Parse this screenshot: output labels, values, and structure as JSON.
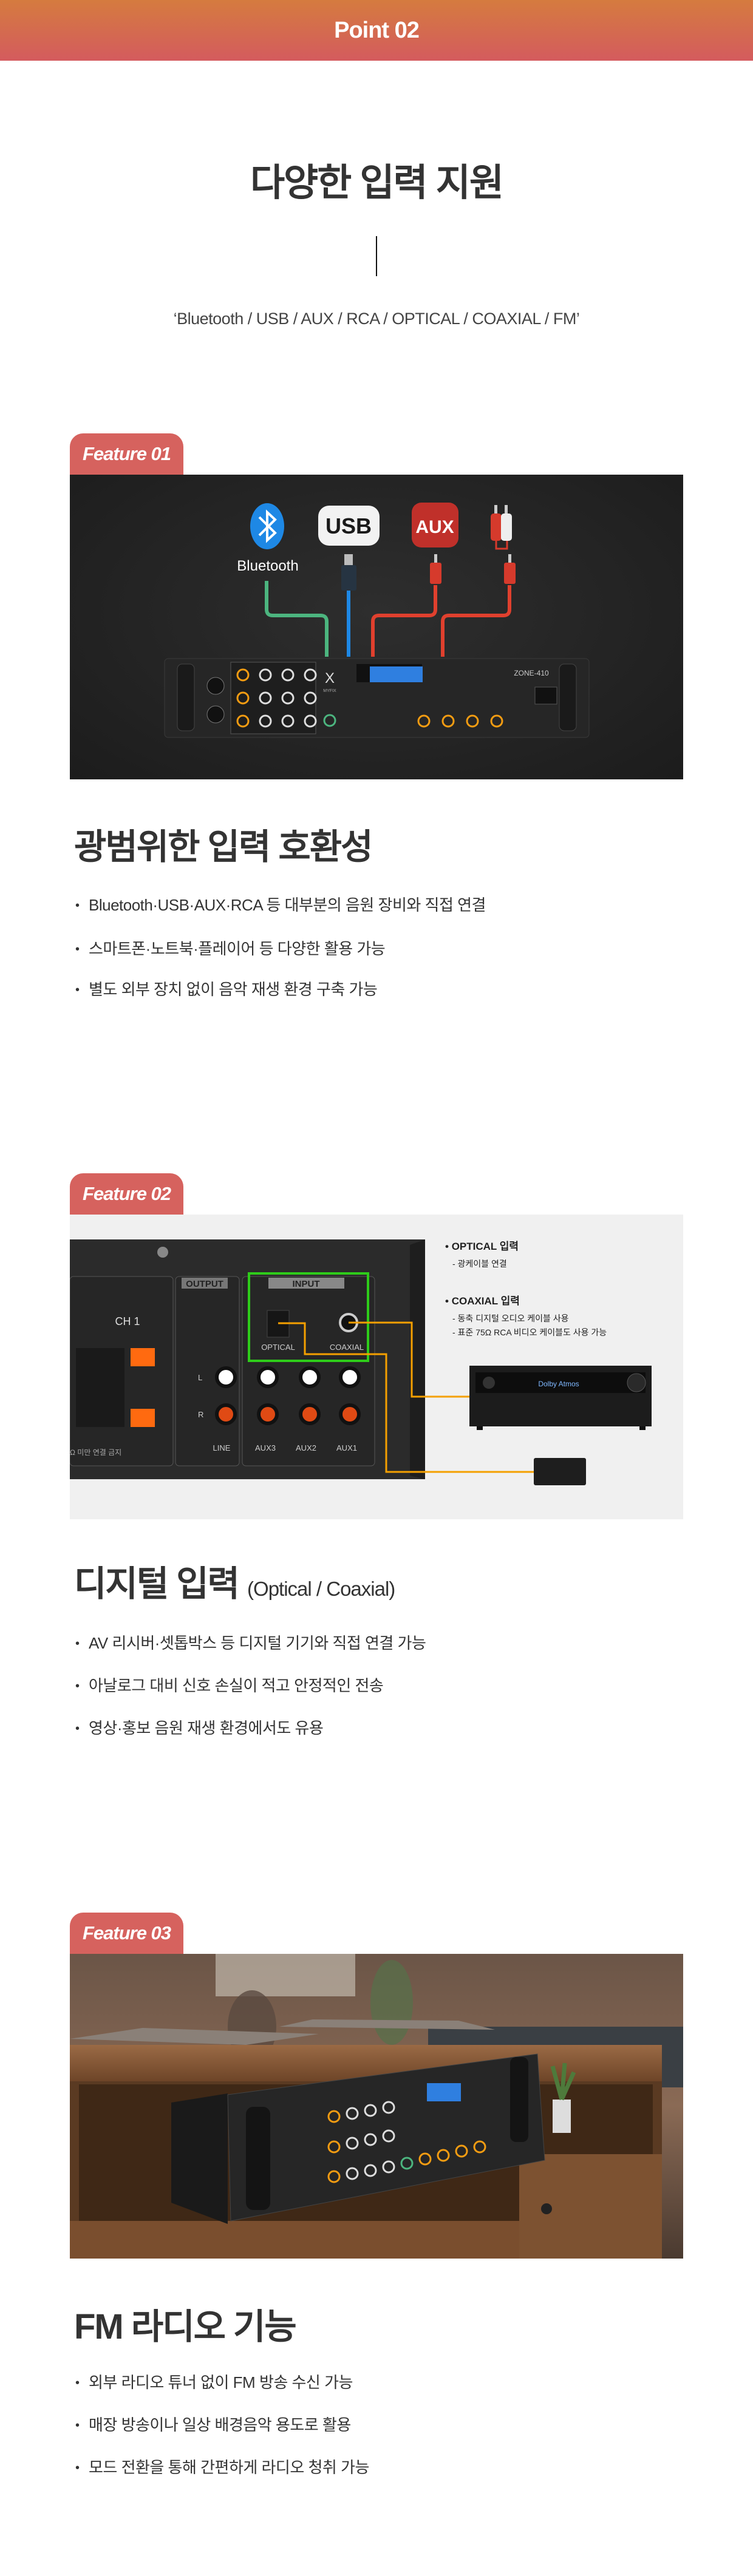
{
  "header": {
    "label": "Point 02"
  },
  "intro": {
    "title": "다양한 입력 지원",
    "subtitle": "‘Bluetooth / USB / AUX / RCA / OPTICAL / COAXIAL / FM’"
  },
  "colors": {
    "header_top": "#d57b3f",
    "header_bottom": "#d45b5e",
    "badge": "#d6625e",
    "cable_green": "#4cb57f",
    "cable_blue": "#1e88e5",
    "cable_red": "#e0402e",
    "highlight_green": "#2ecc1a",
    "line_orange": "#f5a000"
  },
  "features": [
    {
      "badge": "Feature 01",
      "heading": "광범위한 입력 호환성",
      "image": {
        "bluetooth_label": "Bluetooth",
        "usb_label": "USB",
        "aux_label": "AUX",
        "model": "ZONE-410",
        "brand": "MYFIX"
      },
      "bullets": [
        "Bluetooth·USB·AUX·RCA 등 대부분의 음원 장비와 직접 연결",
        "스마트폰·노트북·플레이어 등 다양한 활용 가능",
        "별도 외부 장치 없이 음악 재생 환경 구축 가능"
      ]
    },
    {
      "badge": "Feature 02",
      "heading": "디지털 입력",
      "heading_sub": "(Optical / Coaxial)",
      "image": {
        "output_label": "OUTPUT",
        "input_label": "INPUT",
        "ch_label": "CH 1",
        "optical_port": "OPTICAL",
        "coaxial_port": "COAXIAL",
        "jack_labels": [
          "LINE",
          "AUX3",
          "AUX2",
          "AUX1"
        ],
        "left": "L",
        "right": "R",
        "warning": "Ω 미만 연결 금지",
        "receiver_display": "Dolby Atmos",
        "callouts": [
          {
            "title": "OPTICAL 입력",
            "lines": [
              "- 광케이블 연결"
            ]
          },
          {
            "title": "COAXIAL 입력",
            "lines": [
              "- 동축 디지털 오디오 케이블 사용",
              "- 표준 75Ω RCA 비디오 케이블도 사용 가능"
            ]
          }
        ]
      },
      "bullets": [
        "AV 리시버·셋톱박스 등 디지털 기기와 직접 연결 가능",
        "아날로그 대비 신호 손실이 적고 안정적인 전송",
        "영상·홍보 음원 재생 환경에서도 유용"
      ]
    },
    {
      "badge": "Feature 03",
      "heading": "FM 라디오 기능",
      "bullets": [
        "외부 라디오 튜너 없이 FM 방송 수신 가능",
        "매장 방송이나 일상 배경음악 용도로 활용",
        "모드 전환을 통해 간편하게 라디오 청취 가능"
      ]
    }
  ]
}
